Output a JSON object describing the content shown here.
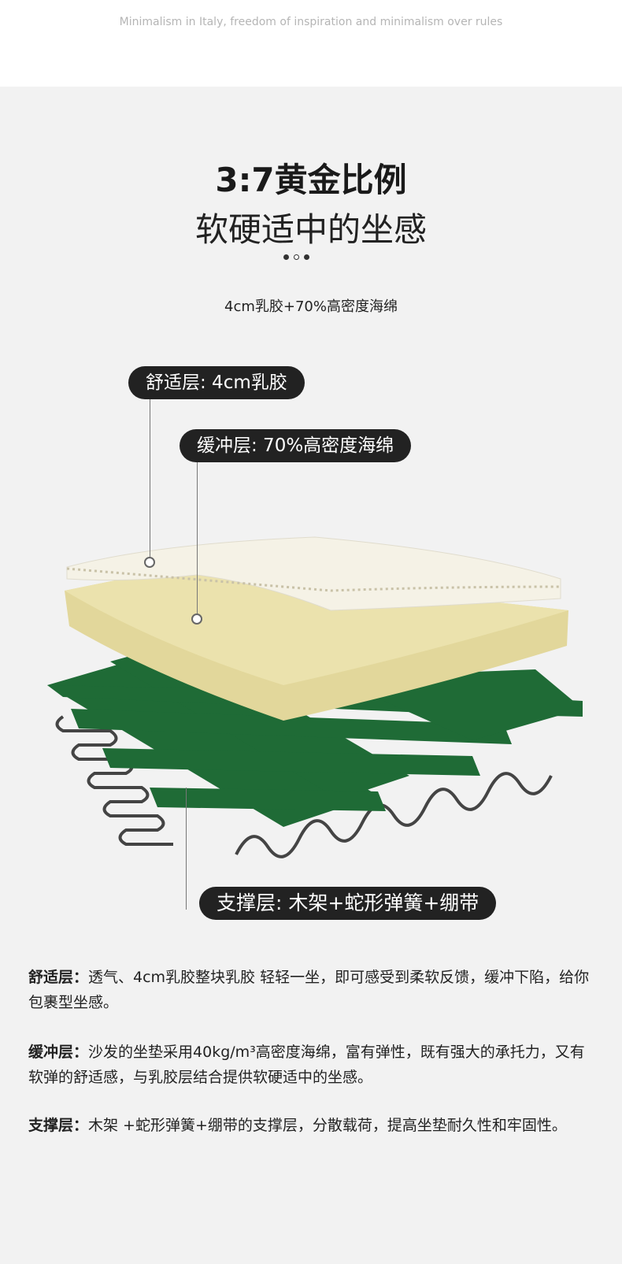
{
  "slogan": "Minimalism in Italy, freedom of inspiration and minimalism over rules",
  "title_line1": "3:7黄金比例",
  "title_line2": "软硬适中的坐感",
  "subtitle": "4cm乳胶+70%高密度海绵",
  "labels": {
    "comfort": "舒适层: 4cm乳胶",
    "buffer": "缓冲层:  70%高密度海绵",
    "support": "支撑层: 木架+蛇形弹簧+绷带"
  },
  "paragraphs": [
    {
      "head": "舒适层：",
      "text": "透气、4cm乳胶整块乳胶 轻轻一坐，即可感受到柔软反馈，缓冲下陷，给你包裹型坐感。"
    },
    {
      "head": "缓冲层：",
      "text": "沙发的坐垫采用40kg/m³高密度海绵，富有弹性，既有强大的承托力，又有软弹的舒适感，与乳胶层结合提供软硬适中的坐感。"
    },
    {
      "head": "支撑层：",
      "text": "木架 +蛇形弹簧+绷带的支撑层，分散载荷，提高坐垫耐久性和牢固性。"
    }
  ]
}
